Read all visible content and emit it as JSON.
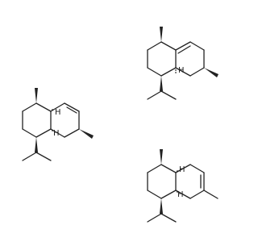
{
  "molecules": [
    {
      "name": "structure-top-right",
      "atom_labels": {
        "h1": "H"
      }
    },
    {
      "name": "structure-middle-left",
      "atom_labels": {
        "h1": "H",
        "h2": "H"
      }
    },
    {
      "name": "structure-bottom-right",
      "atom_labels": {
        "h1": "H",
        "h2": "H"
      }
    }
  ],
  "colors": {
    "ink": "#222222",
    "background": "#ffffff"
  }
}
